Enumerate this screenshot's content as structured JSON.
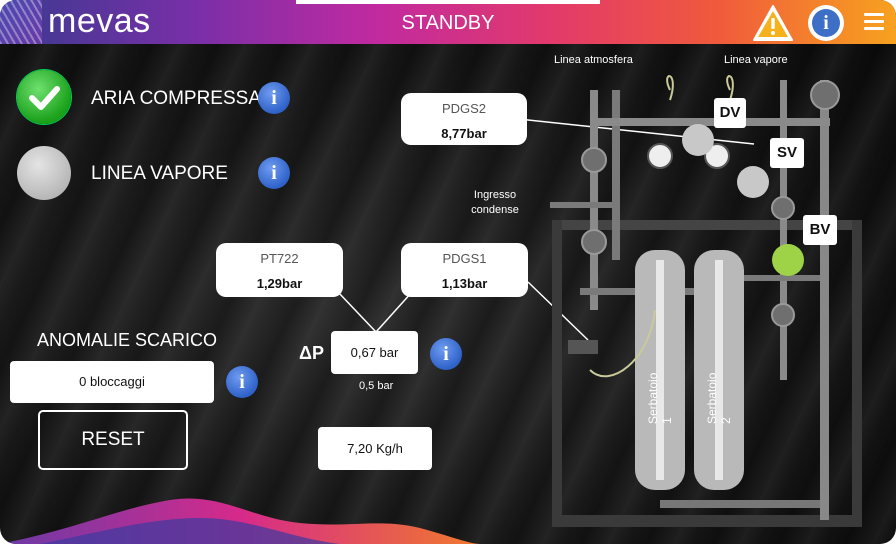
{
  "header": {
    "logo_text": "mevas",
    "title": "STANDBY",
    "warning_icon": "warning-triangle-icon",
    "info_icon": "info-icon",
    "menu_icon": "hamburger-menu-icon"
  },
  "status": {
    "aria_compressa": {
      "label": "ARIA COMPRESSA",
      "state": "ok"
    },
    "linea_vapore": {
      "label": "LINEA VAPORE",
      "state": "off"
    }
  },
  "anomalie": {
    "title": "ANOMALIE SCARICO",
    "value": "0 bloccaggi",
    "reset_label": "RESET"
  },
  "sensors": {
    "pdgs2": {
      "name": "PDGS2",
      "value": "8,77bar"
    },
    "pt722": {
      "name": "PT722",
      "value": "1,29bar"
    },
    "pdgs1": {
      "name": "PDGS1",
      "value": "1,13bar"
    },
    "delta_p": {
      "symbol": "ΔP",
      "value": "0,67 bar",
      "threshold": "0,5 bar"
    },
    "flow": {
      "value": "7,20 Kg/h"
    }
  },
  "diagram": {
    "linea_atmosfera": "Linea atmosfera",
    "linea_vapore": "Linea vapore",
    "ingresso_condense": "Ingresso condense",
    "serbatoio1": "Serbatoio 1",
    "serbatoio2": "Serbatoio 2",
    "valves": {
      "dv": "DV",
      "sv": "SV",
      "bv": "BV"
    }
  },
  "colors": {
    "ok_green": "#1aa01a",
    "bv_green": "#9ed247",
    "valve_gray": "#c8c8c8",
    "info_blue": "#2f62c9"
  }
}
